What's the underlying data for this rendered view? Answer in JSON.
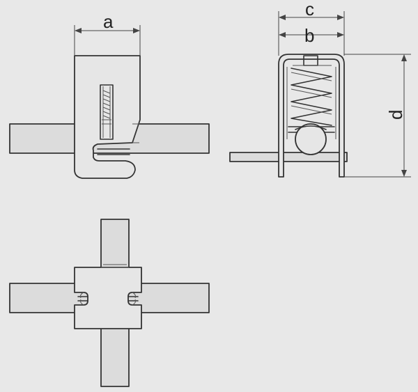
{
  "dimensions": {
    "a": "a",
    "b": "b",
    "c": "c",
    "d": "d"
  },
  "colors": {
    "background": "#e8e8e8",
    "outline": "#333333",
    "fill": "#dcdcdc"
  }
}
